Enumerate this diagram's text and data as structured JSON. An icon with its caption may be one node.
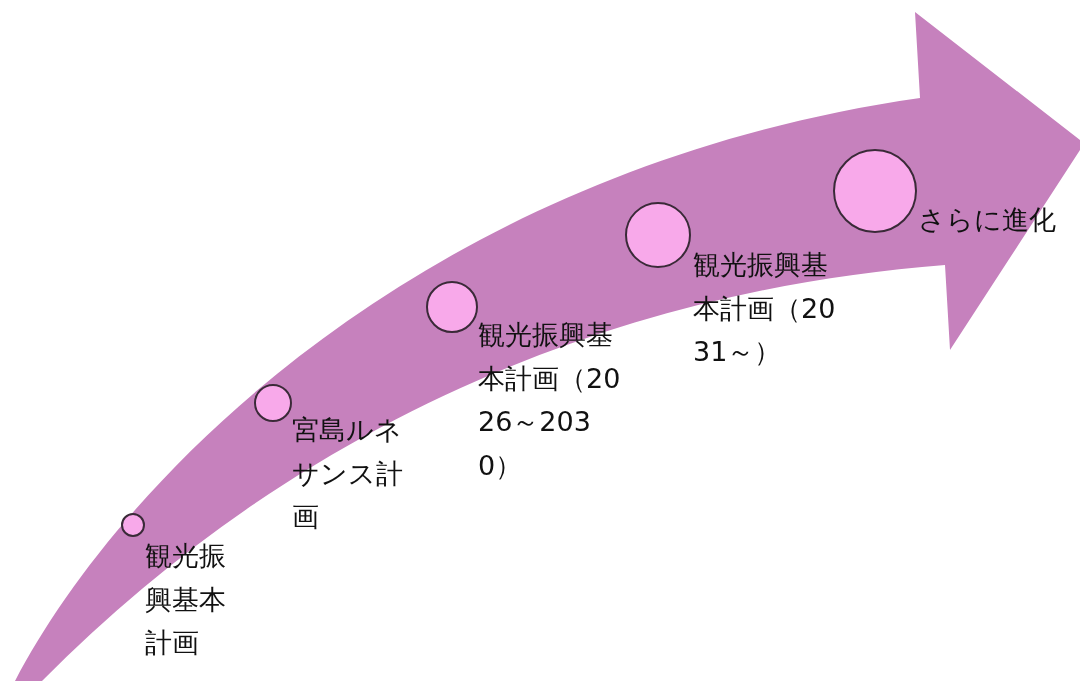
{
  "diagram": {
    "nodes": [
      {
        "text": [
          "観光振興基本計画"
        ]
      },
      {
        "text": [
          "宮島ルネサンス計画"
        ]
      },
      {
        "text": [
          "観光振興基本計画（2026～2030）"
        ]
      },
      {
        "text": [
          "観光振興基本計画（2031～）"
        ]
      },
      {
        "text": [
          "さらに進化"
        ]
      }
    ]
  }
}
